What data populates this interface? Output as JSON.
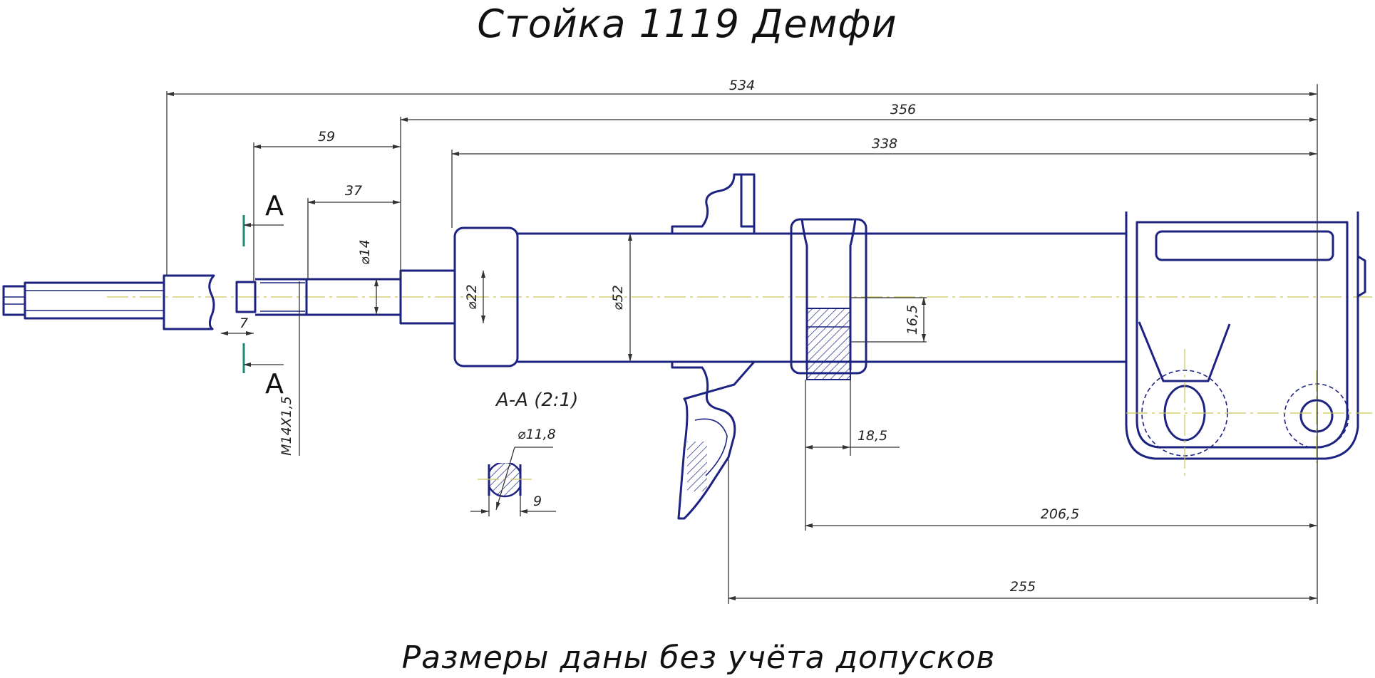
{
  "title": "Стойка 1119 Демфи",
  "note": "Размеры даны без учёта допусков",
  "dimensions": {
    "overall_length": "534",
    "body_to_end": "356",
    "tube_length": "338",
    "rod_section": "59",
    "thread_section": "37",
    "thread_end": "7",
    "rod_diameter": "⌀14",
    "guide_diameter": "⌀22",
    "tube_diameter": "⌀52",
    "thread": "M14X1,5",
    "mount_height": "16,5",
    "mount_width": "18,5",
    "mount_to_end": "206,5",
    "spring_seat_to_end": "255"
  },
  "section": {
    "label": "A-A (2:1)",
    "diameter": "⌀11,8",
    "flat_width": "9",
    "mark_top": "A",
    "mark_bottom": "A"
  },
  "colors": {
    "part_stroke": "#1c2380",
    "axis_line": "#c9c45a",
    "section_mark": "#1a8a7a"
  }
}
